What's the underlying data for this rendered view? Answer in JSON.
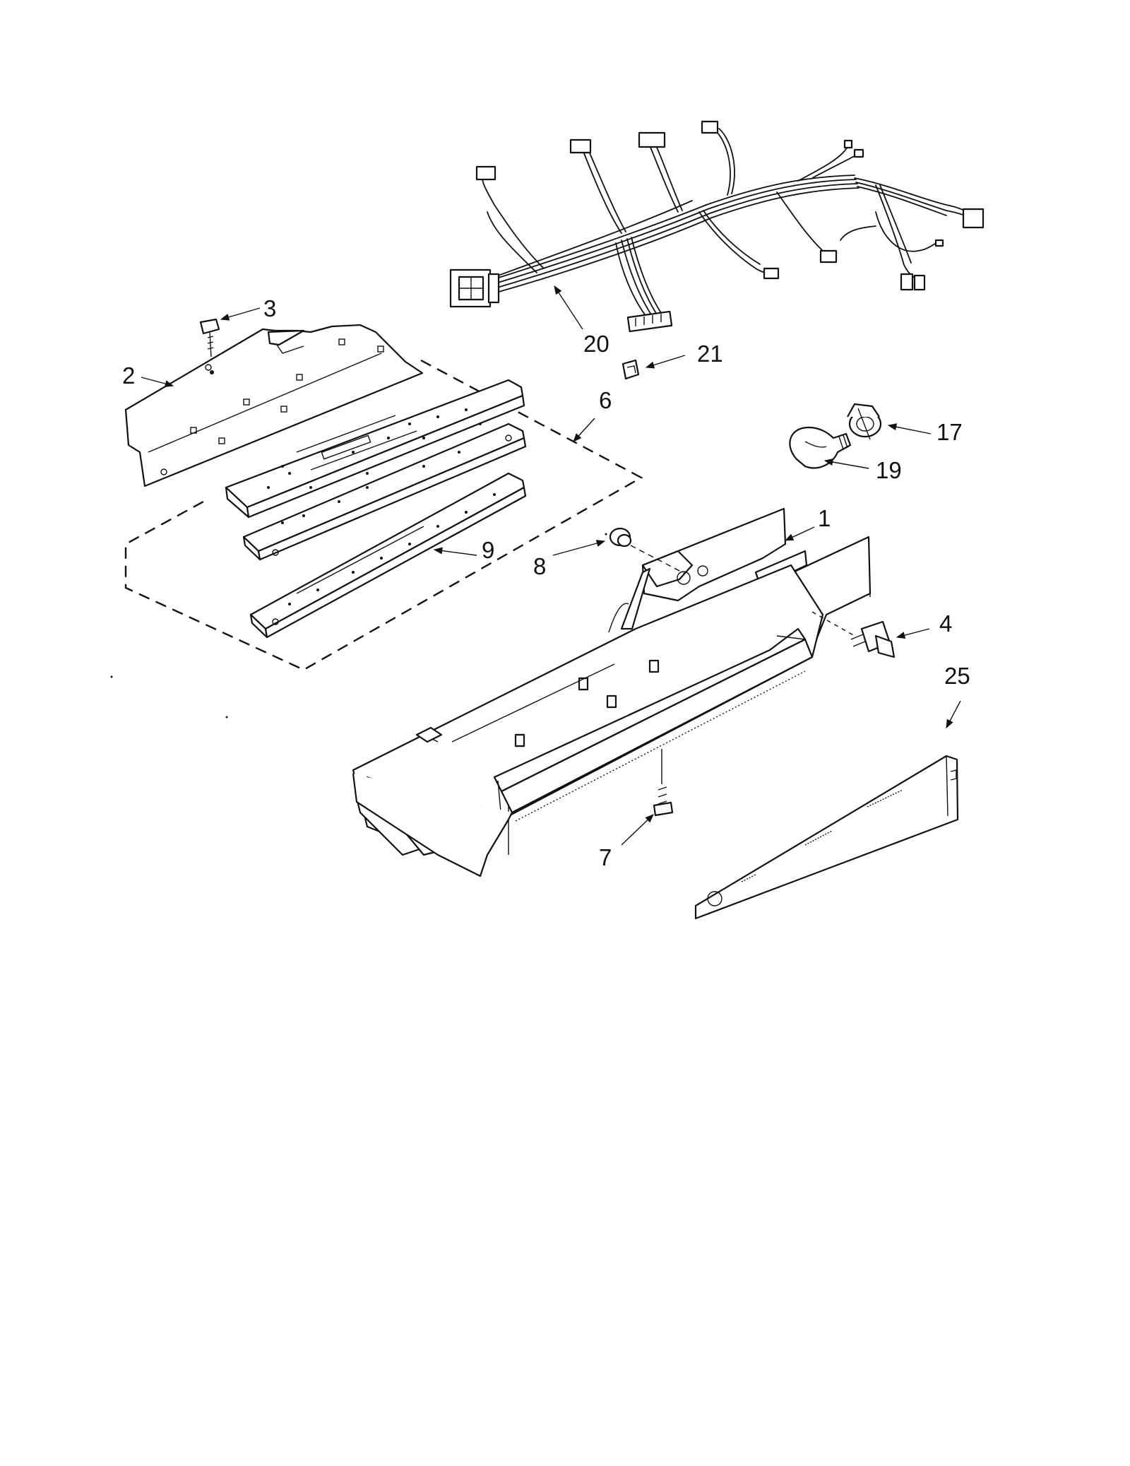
{
  "diagram": {
    "callouts": [
      {
        "id": "1",
        "text": "1"
      },
      {
        "id": "2",
        "text": "2"
      },
      {
        "id": "3",
        "text": "3"
      },
      {
        "id": "4",
        "text": "4"
      },
      {
        "id": "6",
        "text": "6"
      },
      {
        "id": "7",
        "text": "7"
      },
      {
        "id": "8",
        "text": "8"
      },
      {
        "id": "9",
        "text": "9"
      },
      {
        "id": "17",
        "text": "17"
      },
      {
        "id": "19",
        "text": "19"
      },
      {
        "id": "20",
        "text": "20"
      },
      {
        "id": "21",
        "text": "21"
      },
      {
        "id": "25",
        "text": "25"
      }
    ]
  }
}
